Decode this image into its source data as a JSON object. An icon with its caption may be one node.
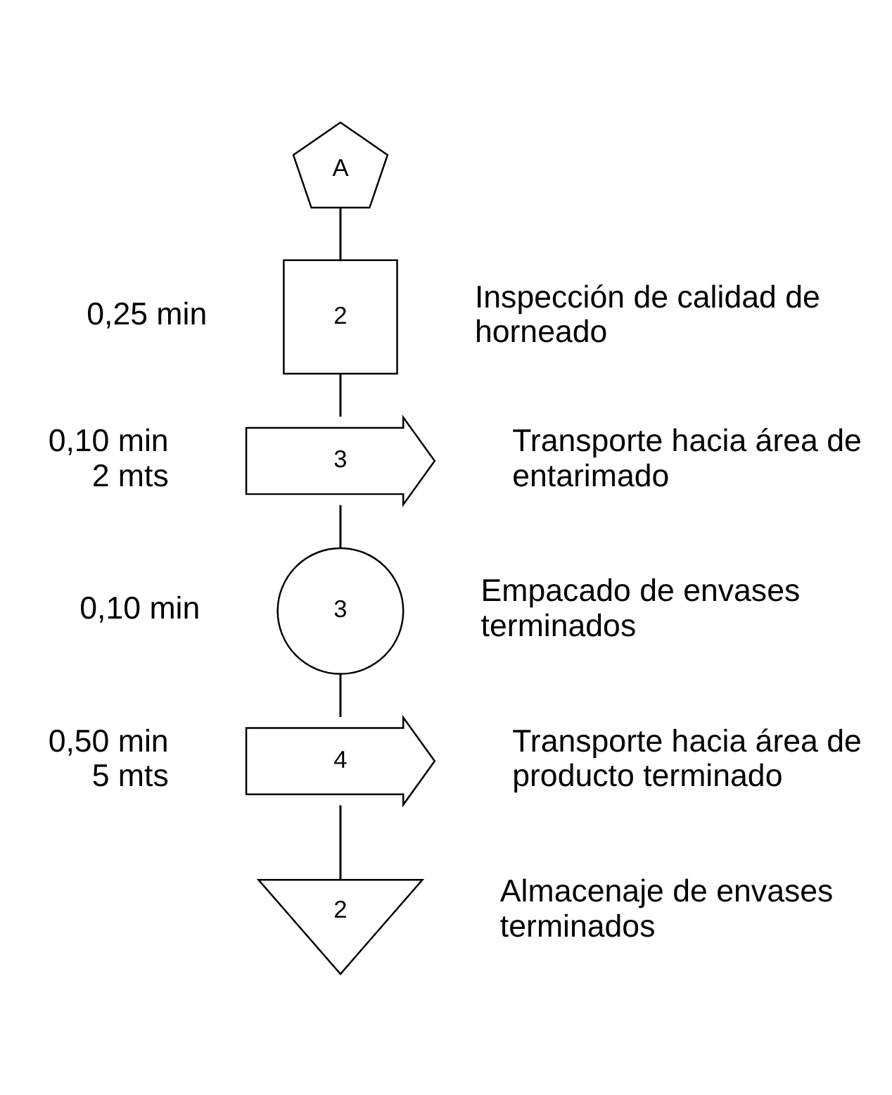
{
  "diagram": {
    "nodes": [
      {
        "text": [
          "A"
        ]
      },
      {
        "text": [
          "2"
        ],
        "beside": [
          "0,25 min",
          "Inspección de calidad de horneado"
        ]
      },
      {
        "text": [
          "3"
        ],
        "beside": [
          "0,10 min",
          "2 mts",
          "Transporte hacia área de entarimado"
        ]
      },
      {
        "text": [
          "3"
        ],
        "beside": [
          "0,10 min",
          "Empacado de envases terminados"
        ]
      },
      {
        "text": [
          "4"
        ],
        "beside": [
          "0,50 min",
          "5 mts",
          "Transporte hacia área de producto terminado"
        ]
      },
      {
        "text": [
          "2"
        ],
        "beside": [
          "Almacenaje de envases terminados"
        ]
      }
    ],
    "edges": [
      {
        "from": 0,
        "to": 1,
        "arrow": "none"
      },
      {
        "from": 1,
        "to": 2,
        "arrow": "none"
      },
      {
        "from": 2,
        "to": 3,
        "arrow": "none"
      },
      {
        "from": 3,
        "to": 4,
        "arrow": "none"
      },
      {
        "from": 4,
        "to": 5,
        "arrow": "none"
      }
    ]
  }
}
